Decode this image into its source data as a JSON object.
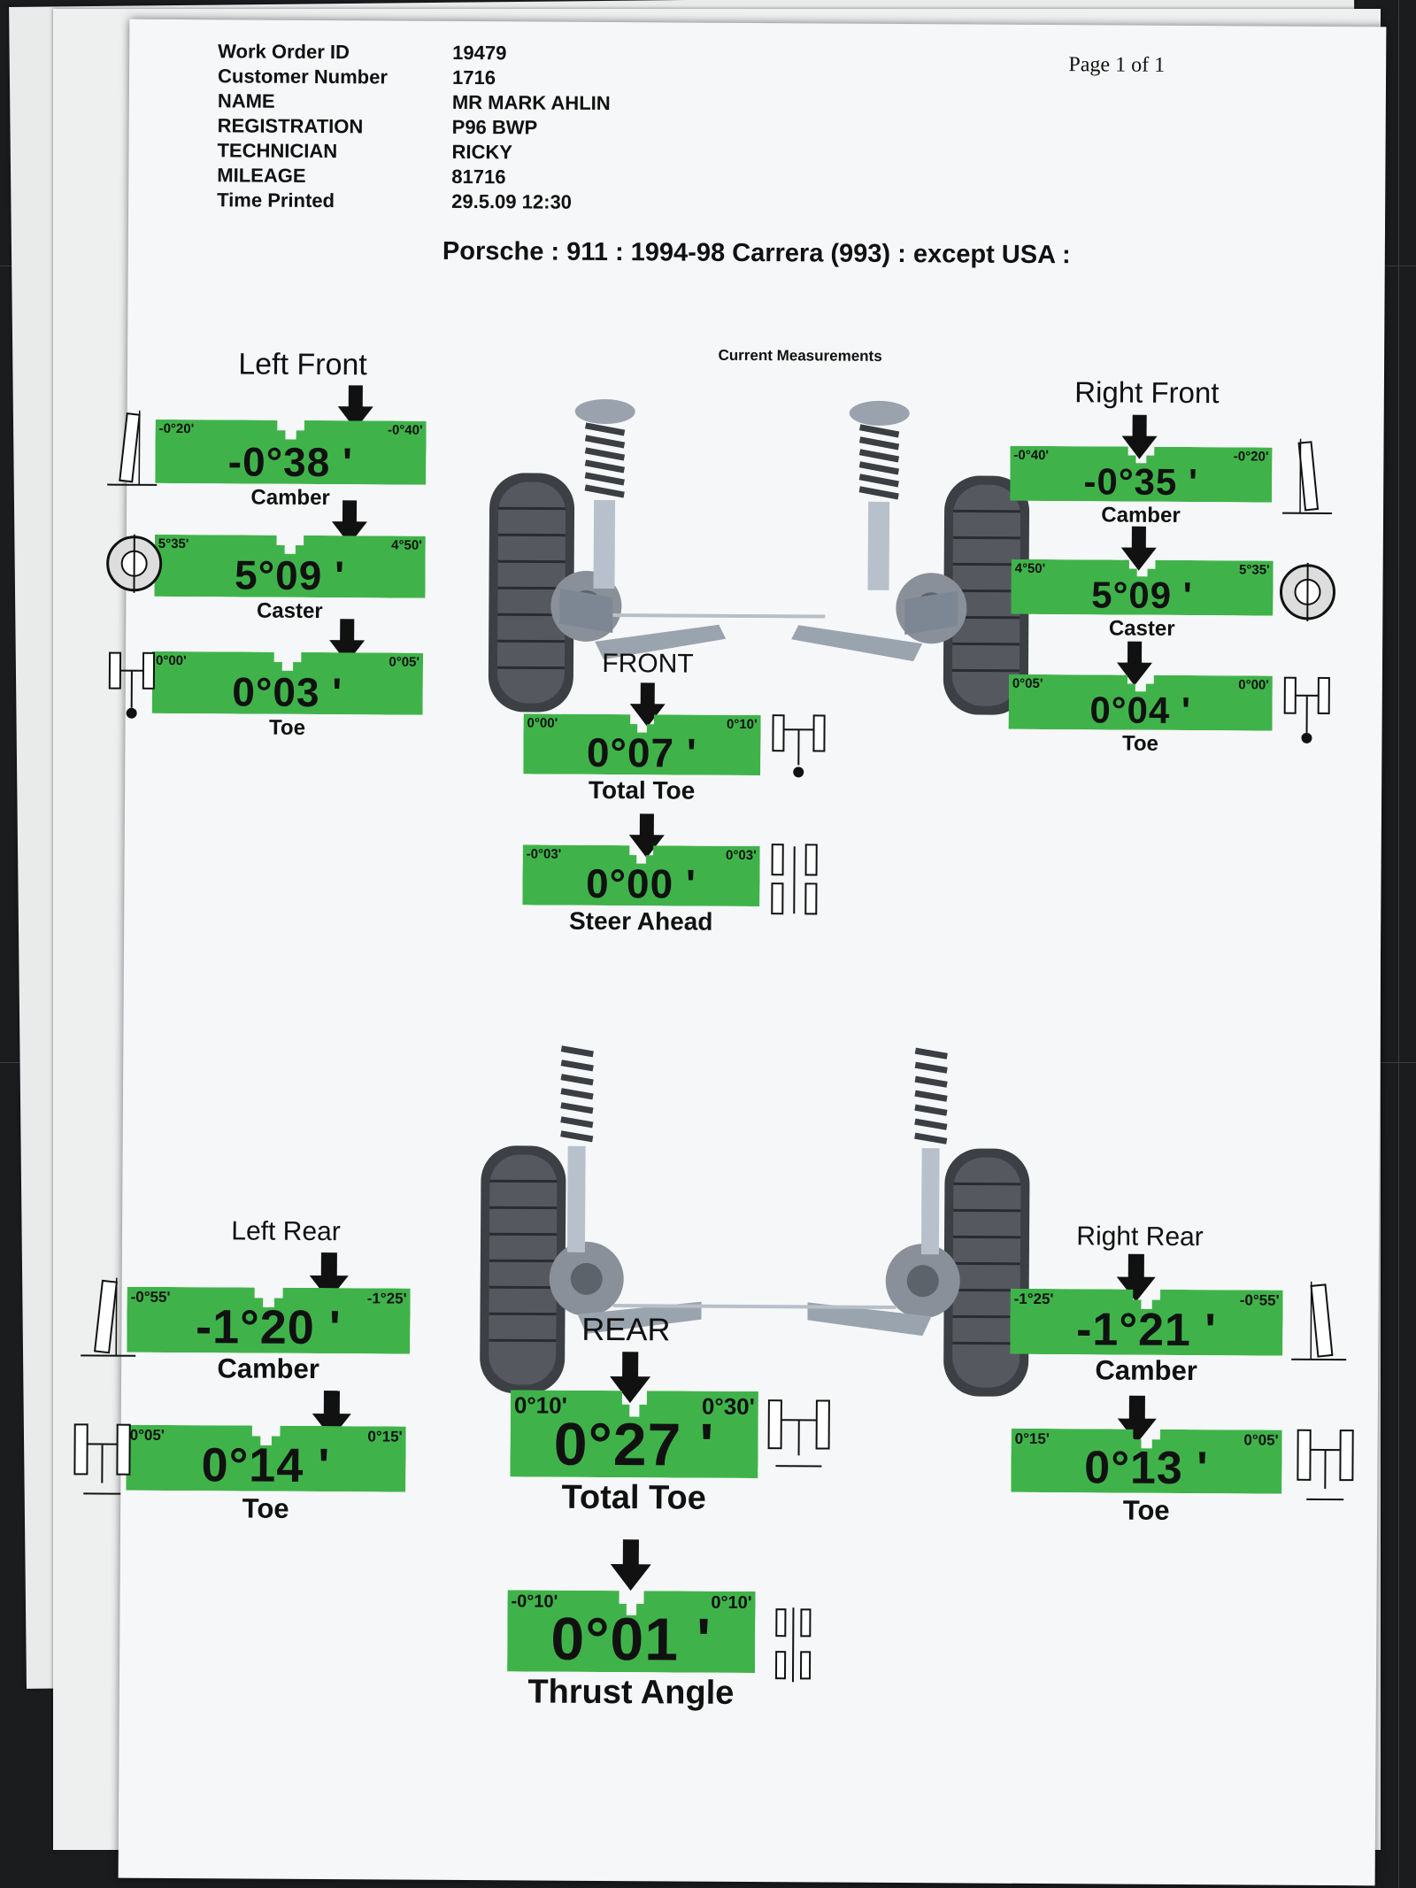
{
  "header": {
    "labels": {
      "work_order": "Work Order ID",
      "customer": "Customer Number",
      "name": "NAME",
      "registration": "REGISTRATION",
      "technician": "TECHNICIAN",
      "mileage": "MILEAGE",
      "time": "Time Printed"
    },
    "values": {
      "work_order": "19479",
      "customer": "1716",
      "name": "MR MARK AHLIN",
      "registration": "P96 BWP",
      "technician": "RICKY",
      "mileage": "81716",
      "time": "29.5.09 12:30"
    },
    "page": "Page 1 of 1"
  },
  "vehicle": "Porsche : 911 : 1994-98 Carrera (993) : except USA :",
  "current_measurements": "Current Measurements",
  "front": {
    "section": "FRONT",
    "left_title": "Left Front",
    "right_title": "Right Front",
    "left_camber": {
      "label": "Camber",
      "min": "-0°20'",
      "max": "-0°40'",
      "value": "-0°38 '"
    },
    "left_caster": {
      "label": "Caster",
      "min": "5°35'",
      "max": "4°50'",
      "value": "5°09 '"
    },
    "left_toe": {
      "label": "Toe",
      "min": "0°00'",
      "max": "0°05'",
      "value": "0°03 '"
    },
    "right_camber": {
      "label": "Camber",
      "min": "-0°40'",
      "max": "-0°20'",
      "value": "-0°35 '"
    },
    "right_caster": {
      "label": "Caster",
      "min": "4°50'",
      "max": "5°35'",
      "value": "5°09 '"
    },
    "right_toe": {
      "label": "Toe",
      "min": "0°05'",
      "max": "0°00'",
      "value": "0°04 '"
    },
    "total_toe": {
      "label": "Total Toe",
      "min": "0°00'",
      "max": "0°10'",
      "value": "0°07 '"
    },
    "steer_ahead": {
      "label": "Steer Ahead",
      "min": "-0°03'",
      "max": "0°03'",
      "value": "0°00 '"
    }
  },
  "rear": {
    "section": "REAR",
    "left_title": "Left Rear",
    "right_title": "Right Rear",
    "left_camber": {
      "label": "Camber",
      "min": "-0°55'",
      "max": "-1°25'",
      "value": "-1°20 '"
    },
    "left_toe": {
      "label": "Toe",
      "min": "0°05'",
      "max": "0°15'",
      "value": "0°14 '"
    },
    "right_camber": {
      "label": "Camber",
      "min": "-1°25'",
      "max": "-0°55'",
      "value": "-1°21 '"
    },
    "right_toe": {
      "label": "Toe",
      "min": "0°15'",
      "max": "0°05'",
      "value": "0°13 '"
    },
    "total_toe": {
      "label": "Total Toe",
      "min": "0°10'",
      "max": "0°30'",
      "value": "0°27 '"
    },
    "thrust_angle": {
      "label": "Thrust Angle",
      "min": "-0°10'",
      "max": "0°10'",
      "value": "0°01 '"
    }
  },
  "colors": {
    "gauge": "#3fb34a",
    "paper": "#f6f7f8",
    "mat": "#1b1c1e"
  },
  "icons": [
    "camber-icon",
    "caster-icon",
    "toe-icon",
    "total-toe-icon",
    "steer-ahead-icon",
    "thrust-angle-icon",
    "down-arrow-icon",
    "front-suspension-illustration",
    "rear-suspension-illustration"
  ]
}
